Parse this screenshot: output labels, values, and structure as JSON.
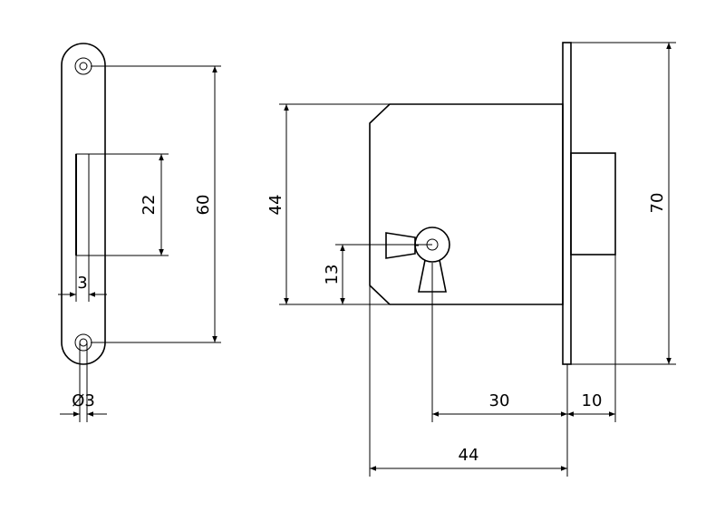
{
  "dimensions": {
    "strike_hole_distance": "60",
    "strike_slot_height": "22",
    "strike_slot_width": "3",
    "strike_hole_diameter": "Ø3",
    "case_height": "44",
    "keyhole_offset": "13",
    "faceplate_height": "70",
    "backset": "30",
    "bolt_projection": "10",
    "case_depth": "44"
  },
  "colors": {
    "line": "#000000",
    "background": "#ffffff"
  }
}
